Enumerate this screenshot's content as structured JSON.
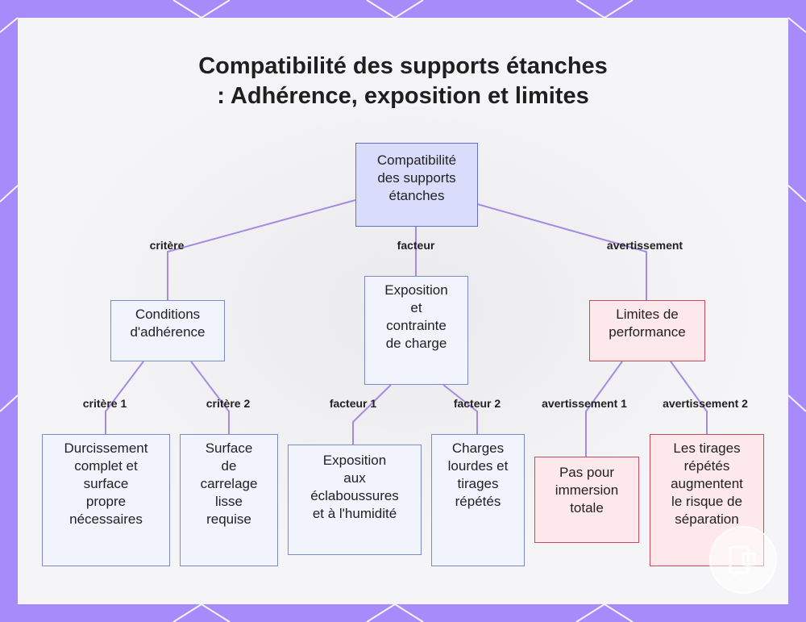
{
  "title": {
    "line1": "Compatibilité des supports étanches",
    "line2": ": Adhérence, exposition et limites"
  },
  "colors": {
    "background": "#a78bfa",
    "node_fill": "#f1f3fd",
    "node_border": "#7b8bc6",
    "root_fill": "#d9ddfb",
    "warning_fill": "#fde8ec",
    "warning_border": "#c74a5e",
    "edge": "#a58be0"
  },
  "nodes": {
    "root": [
      "Compatibilité",
      "des supports",
      "étanches"
    ],
    "conditions": [
      "Conditions",
      "d'adhérence"
    ],
    "exposition": [
      "Exposition",
      "et",
      "contrainte",
      "de charge"
    ],
    "limites": [
      "Limites de",
      "performance"
    ],
    "durcissement": [
      "Durcissement",
      "complet et",
      "surface",
      "propre",
      "nécessaires"
    ],
    "surface": [
      "Surface",
      "de",
      "carrelage",
      "lisse",
      "requise"
    ],
    "eclaboussures": [
      "Exposition",
      "aux",
      "éclaboussures",
      "et à l'humidité"
    ],
    "charges": [
      "Charges",
      "lourdes et",
      "tirages",
      "répétés"
    ],
    "immersion": [
      "Pas pour",
      "immersion",
      "totale"
    ],
    "tirages": [
      "Les tirages",
      "répétés",
      "augmentent",
      "le risque de",
      "séparation"
    ]
  },
  "edge_labels": {
    "critere": "critère",
    "facteur": "facteur",
    "avertissement": "avertissement",
    "critere1": "critère 1",
    "critere2": "critère 2",
    "facteur1": "facteur 1",
    "facteur2": "facteur 2",
    "avertissement1": "avertissement 1",
    "avertissement2": "avertissement 2"
  },
  "logo_icon": "brand-logo-icon"
}
